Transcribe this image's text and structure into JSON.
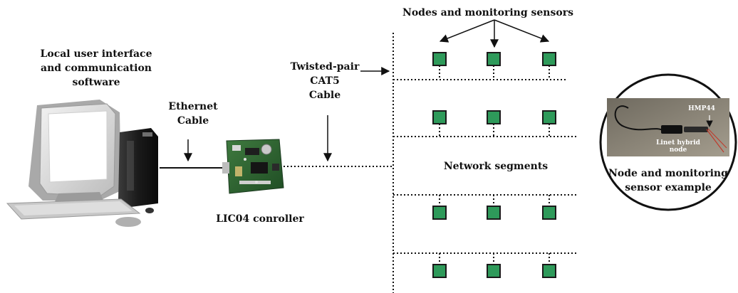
{
  "labels": {
    "ui_title_line1": "Local user interface",
    "ui_title_line2": "and communication",
    "ui_title_line3": "software",
    "ethernet_line1": "Ethernet",
    "ethernet_line2": "Cable",
    "controller": "LIC04 conroller",
    "twisted_line1": "Twisted-pair",
    "twisted_line2": "CAT5",
    "twisted_line3": "Cable",
    "nodes": "Nodes and monitoring sensors",
    "network_segments": "Network segments",
    "example_line1": "Node and monitoring",
    "example_line2": "sensor example",
    "photo_label_hmp": "HMP44",
    "photo_label_node_line1": "Linet hybrid",
    "photo_label_node_line2": "node"
  },
  "colors": {
    "node_fill": "#2e9a5a",
    "node_stroke": "#1a1a1a",
    "line": "#111111",
    "photo_bg": "#8a8477"
  }
}
